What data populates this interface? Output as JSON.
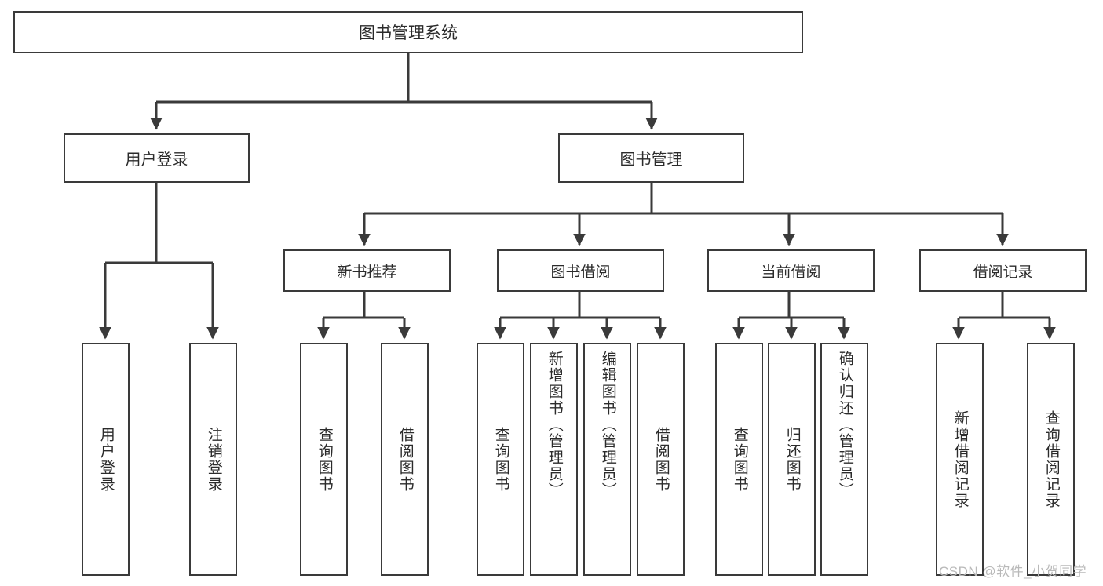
{
  "diagram": {
    "title": "图书管理系统",
    "type": "tree-hierarchy",
    "background_color": "#ffffff",
    "stroke_color": "#3a3a3a",
    "text_color": "#2b2b2b"
  },
  "nodes": {
    "root": {
      "label": "图书管理系统"
    },
    "level2": [
      {
        "id": "user-login",
        "label": "用户登录"
      },
      {
        "id": "book-management",
        "label": "图书管理"
      }
    ],
    "level3": [
      {
        "id": "new-book-recommend",
        "label": "新书推荐"
      },
      {
        "id": "book-borrow",
        "label": "图书借阅"
      },
      {
        "id": "current-borrow",
        "label": "当前借阅"
      },
      {
        "id": "borrow-record",
        "label": "借阅记录"
      }
    ],
    "leaves": {
      "user_login": [
        {
          "id": "leaf-user-login",
          "label": "用户登录"
        },
        {
          "id": "leaf-logout",
          "label": "注销登录"
        }
      ],
      "new_book_recommend": [
        {
          "id": "leaf-query-book-1",
          "label": "查询图书"
        },
        {
          "id": "leaf-borrow-book-1",
          "label": "借阅图书"
        }
      ],
      "book_borrow": [
        {
          "id": "leaf-query-book-2",
          "label": "查询图书"
        },
        {
          "id": "leaf-add-book",
          "label": "新增图书（管理员）"
        },
        {
          "id": "leaf-edit-book",
          "label": "编辑图书（管理员）"
        },
        {
          "id": "leaf-borrow-book-2",
          "label": "借阅图书"
        }
      ],
      "current_borrow": [
        {
          "id": "leaf-query-book-3",
          "label": "查询图书"
        },
        {
          "id": "leaf-return-book",
          "label": "归还图书"
        },
        {
          "id": "leaf-confirm-return",
          "label": "确认归还（管理员）"
        }
      ],
      "borrow_record": [
        {
          "id": "leaf-add-record",
          "label": "新增借阅记录"
        },
        {
          "id": "leaf-query-record",
          "label": "查询借阅记录"
        }
      ]
    }
  },
  "watermark": {
    "text": "CSDN @软件_小贺同学"
  }
}
